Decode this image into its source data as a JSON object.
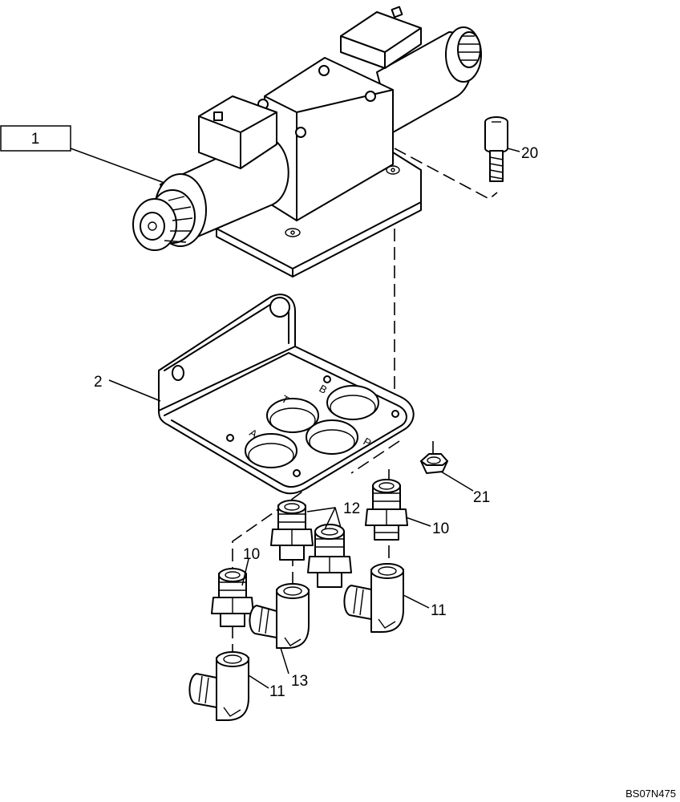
{
  "callouts": {
    "c1": "1",
    "c2": "2",
    "c20": "20",
    "c21": "21",
    "c12": "12",
    "c10a": "10",
    "c10b": "10",
    "c11a": "11",
    "c11b": "11",
    "c13": "13"
  },
  "port_labels": {
    "t": "T",
    "b": "B",
    "a": "A",
    "p": "P"
  },
  "drawing_code": "BS07N475"
}
